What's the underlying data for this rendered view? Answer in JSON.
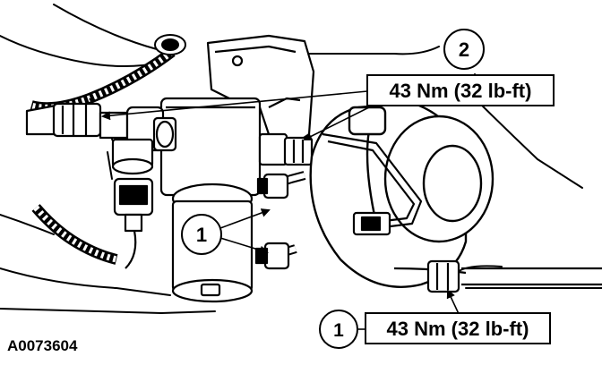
{
  "figure_id": "A0073604",
  "callouts": [
    {
      "number": "1"
    },
    {
      "number": "2"
    },
    {
      "number": "1"
    }
  ],
  "torque_labels": [
    {
      "text": "43 Nm (32 lb-ft)"
    },
    {
      "text": "43 Nm (32 lb-ft)"
    }
  ],
  "colors": {
    "ink": "#000000",
    "paper": "#ffffff"
  }
}
